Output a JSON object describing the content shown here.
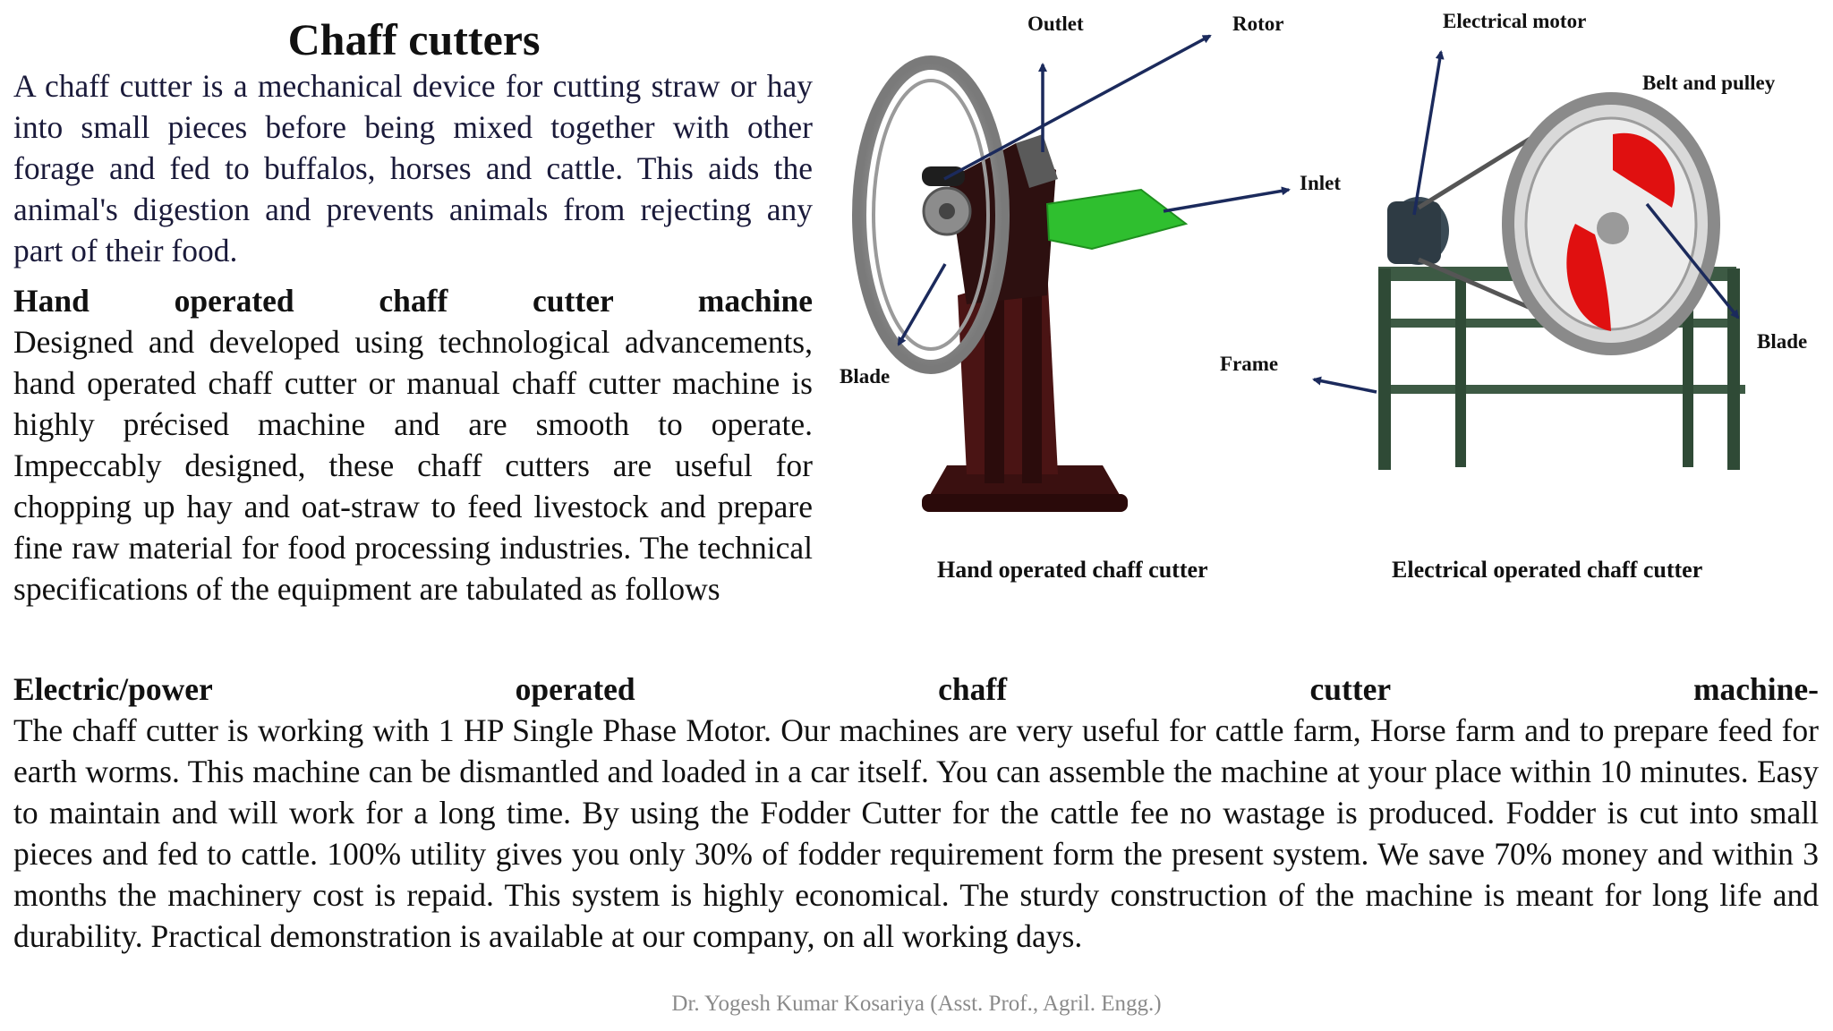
{
  "title": "Chaff cutters",
  "intro": "A chaff cutter is a mechanical device for cutting straw or hay into small pieces before being mixed together with other forage and fed to buffalos, horses and cattle. This aids the animal's digestion and prevents animals from rejecting any part of their food.",
  "hand_section": {
    "heading": "Hand operated chaff cutter machine",
    "body": "Designed and developed using technological advancements, hand operated chaff cutter or manual chaff cutter machine is highly précised machine and are smooth to operate. Impeccably designed, these chaff cutters are useful for chopping up hay and oat-straw to feed livestock and prepare fine raw material for food processing industries. The technical specifications of the equipment are tabulated as follows"
  },
  "electric_section": {
    "heading": "Electric/power operated chaff cutter machine-",
    "body": "The chaff cutter is working with 1 HP Single Phase Motor. Our machines are very useful for cattle farm, Horse farm and to prepare feed for earth worms. This machine can be dismantled and loaded in a car itself. You can assemble the machine at your place within 10 minutes. Easy to maintain and will work for a long time. By using the Fodder Cutter for the cattle fee no wastage is produced. Fodder is cut into small pieces and fed to cattle. 100% utility gives you only 30% of fodder requirement form the present system. We save 70%  money and within 3 months the machinery cost is repaid. This system is highly economical. The sturdy construction of the machine is meant for long life and durability. Practical demonstration is available at our company, on all working days."
  },
  "figure": {
    "labels": {
      "outlet": "Outlet",
      "rotor": "Rotor",
      "inlet": "Inlet",
      "blade_left": "Blade",
      "frame": "Frame",
      "electrical_motor": "Electrical motor",
      "belt_pulley": "Belt and pulley",
      "blade_right": "Blade"
    },
    "captions": {
      "hand": "Hand operated chaff cutter",
      "electric": "Electrical operated chaff cutter"
    }
  },
  "footer": "Dr. Yogesh Kumar Kosariya (Asst. Prof., Agril. Engg.)"
}
